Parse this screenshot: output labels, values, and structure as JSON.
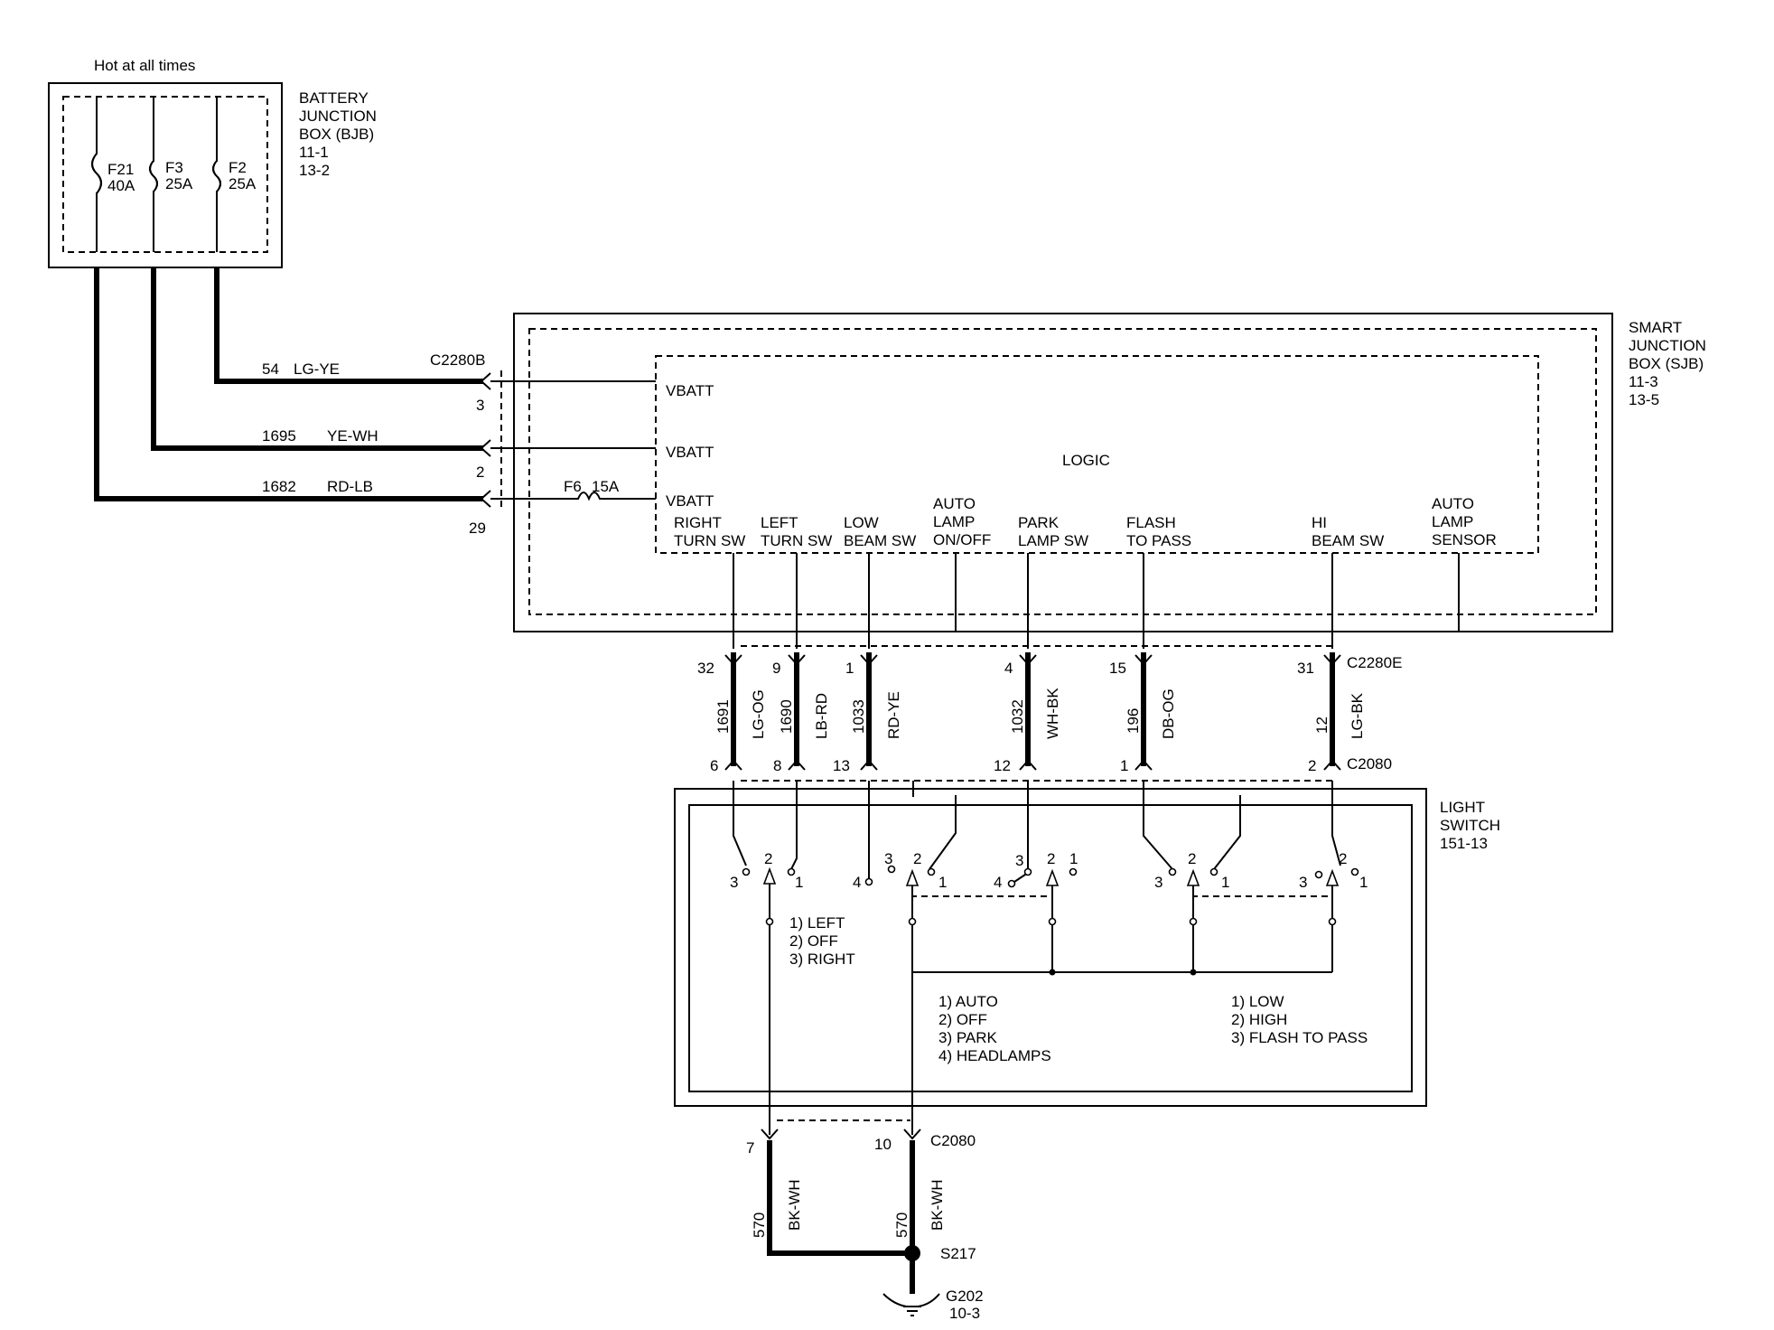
{
  "header": {
    "note": "Hot at all times"
  },
  "bjb": {
    "lines": [
      "BATTERY",
      "JUNCTION",
      "BOX (BJB)",
      "11-1",
      "13-2"
    ]
  },
  "fuses": [
    {
      "name": "F21",
      "rating": "40A"
    },
    {
      "name": "F3",
      "rating": "25A"
    },
    {
      "name": "F2",
      "rating": "25A"
    }
  ],
  "sjb": {
    "lines": [
      "SMART",
      "JUNCTION",
      "BOX (SJB)",
      "11-3",
      "13-5"
    ],
    "logic_label": "LOGIC",
    "vbatt": [
      "VBATT",
      "VBATT",
      "VBATT"
    ],
    "inner_fuse": {
      "name": "F6",
      "rating": "15A"
    },
    "inputs": [
      [
        "RIGHT",
        "TURN SW"
      ],
      [
        "LEFT",
        "TURN SW"
      ],
      [
        "LOW",
        "BEAM SW"
      ],
      [
        "AUTO",
        "LAMP",
        "ON/OFF"
      ],
      [
        "PARK",
        "LAMP SW"
      ],
      [
        "FLASH",
        "TO PASS"
      ],
      [
        "HI",
        "BEAM SW"
      ],
      [
        "AUTO",
        "LAMP",
        "SENSOR"
      ]
    ]
  },
  "supply_wires": [
    {
      "circuit": "54",
      "color": "LG-YE",
      "pin": "3"
    },
    {
      "circuit": "1695",
      "color": "YE-WH",
      "pin": "2"
    },
    {
      "circuit": "1682",
      "color": "RD-LB",
      "pin": "29"
    }
  ],
  "connectors": {
    "c2280b": "C2280B",
    "c2280e": "C2280E",
    "c2080_top": "C2080",
    "c2080_bottom": "C2080"
  },
  "vertical_wires": [
    {
      "pin_top": "32",
      "circuit": "1691",
      "color": "LG-OG",
      "pin_bottom": "6"
    },
    {
      "pin_top": "9",
      "circuit": "1690",
      "color": "LB-RD",
      "pin_bottom": "8"
    },
    {
      "pin_top": "1",
      "circuit": "1033",
      "color": "RD-YE",
      "pin_bottom": "13"
    },
    {
      "pin_top": "4",
      "circuit": "1032",
      "color": "WH-BK",
      "pin_bottom": "12"
    },
    {
      "pin_top": "15",
      "circuit": "196",
      "color": "DB-OG",
      "pin_bottom": "1"
    },
    {
      "pin_top": "31",
      "circuit": "12",
      "color": "LG-BK",
      "pin_bottom": "2"
    }
  ],
  "light_switch": {
    "lines": [
      "LIGHT",
      "SWITCH",
      "151-13"
    ],
    "turn_legend": [
      "1) LEFT",
      "2) OFF",
      "3) RIGHT"
    ],
    "lamp_legend": [
      "1) AUTO",
      "2) OFF",
      "3) PARK",
      "4) HEADLAMPS"
    ],
    "beam_legend": [
      "1) LOW",
      "2) HIGH",
      "3) FLASH TO PASS"
    ],
    "contact_numbers": {
      "turn": [
        "3",
        "2",
        "1"
      ],
      "lamp": [
        "4",
        "3",
        "2",
        "1"
      ],
      "park": [
        "4",
        "3",
        "2",
        "1"
      ],
      "flash": [
        "3",
        "2",
        "1"
      ],
      "hi": [
        "3",
        "2",
        "1"
      ]
    }
  },
  "ground_wires": [
    {
      "pin": "7",
      "circuit": "570",
      "color": "BK-WH"
    },
    {
      "pin": "10",
      "circuit": "570",
      "color": "BK-WH"
    }
  ],
  "splice": "S217",
  "ground": {
    "name": "G202",
    "ref": "10-3"
  }
}
